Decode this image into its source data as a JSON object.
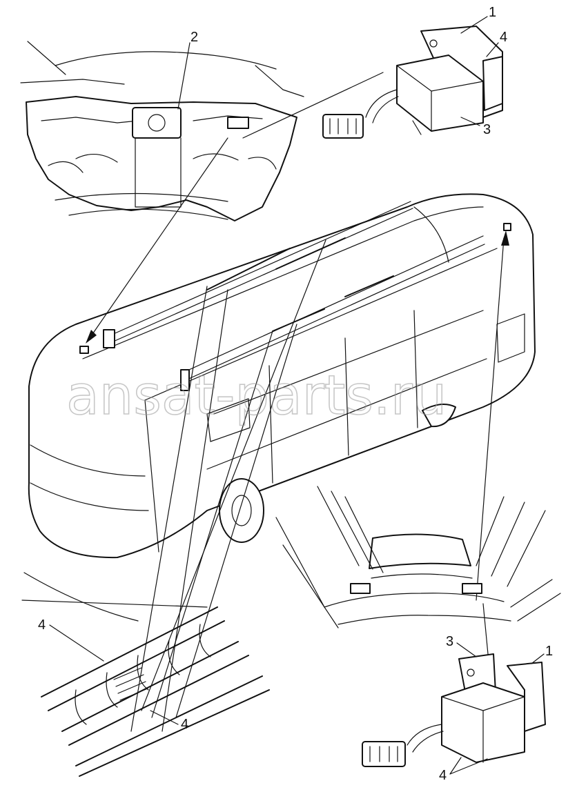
{
  "watermark": "ansat-parts.ru",
  "callouts": {
    "top_box_1": "1",
    "top_box_4": "4",
    "top_box_3": "3",
    "dashboard_2": "2",
    "tube_4_left": "4",
    "tube_4_bottom": "4",
    "bottom_box_3": "3",
    "bottom_box_1": "1",
    "bottom_box_4": "4"
  }
}
